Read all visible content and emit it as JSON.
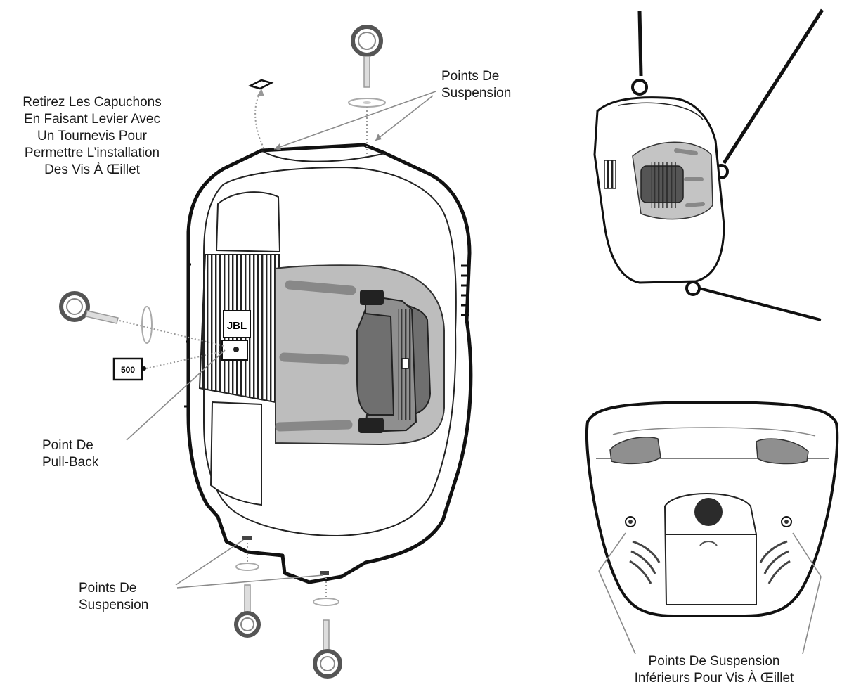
{
  "labels": {
    "remove_caps": [
      "Retirez Les Capuchons",
      "En Faisant Levier Avec",
      "Un Tournevis Pour",
      "Permettre L’installation",
      "Des Vis À Œillet"
    ],
    "top_suspension": [
      "Points De",
      "Suspension"
    ],
    "pull_back": [
      "Point De",
      "Pull-Back"
    ],
    "bottom_suspension": [
      "Points De",
      "Suspension"
    ],
    "lower_suspension": [
      "Points De Suspension",
      "Inférieurs Pour Vis À Œillet"
    ]
  },
  "brand": {
    "logo_text": "JBL"
  },
  "plate": {
    "text": "500"
  },
  "colors": {
    "outline": "#111111",
    "panel_gray": "#b9b9b9",
    "dark_gray": "#6e6e6e",
    "leader_gray": "#8a8a8a"
  }
}
